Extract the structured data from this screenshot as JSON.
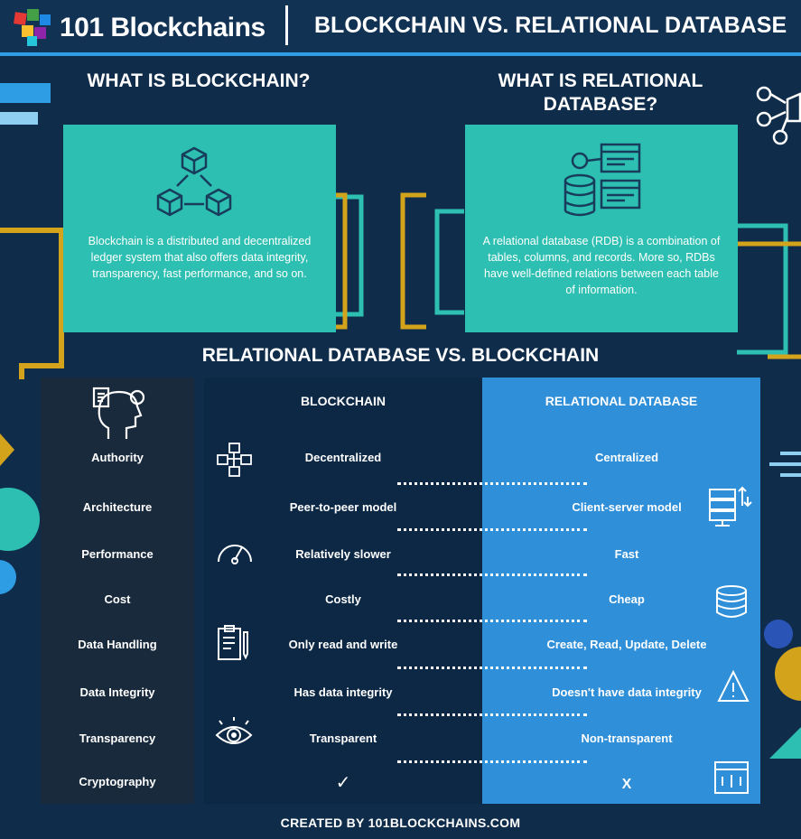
{
  "header": {
    "brand": "101 Blockchains",
    "title": "BLOCKCHAIN VS. RELATIONAL DATABASE"
  },
  "intro": {
    "blockchain_title": "WHAT IS BLOCKCHAIN?",
    "blockchain_text": "Blockchain is a distributed and decentralized ledger system that also offers data integrity, transparency, fast performance, and so on.",
    "rdb_title_line1": "WHAT IS RELATIONAL",
    "rdb_title_line2": "DATABASE?",
    "rdb_text": "A relational database (RDB) is a combination of tables, columns, and records. More so, RDBs have well-defined relations between each table of information."
  },
  "comparison": {
    "title": "RELATIONAL DATABASE VS. BLOCKCHAIN",
    "col_blockchain": "BLOCKCHAIN",
    "col_rdb": "RELATIONAL DATABASE",
    "rows": [
      {
        "label": "Authority",
        "blockchain": "Decentralized",
        "rdb": "Centralized"
      },
      {
        "label": "Architecture",
        "blockchain": "Peer-to-peer model",
        "rdb": "Client-server model"
      },
      {
        "label": "Performance",
        "blockchain": "Relatively slower",
        "rdb": "Fast"
      },
      {
        "label": "Cost",
        "blockchain": "Costly",
        "rdb": "Cheap"
      },
      {
        "label": "Data Handling",
        "blockchain": "Only read and write",
        "rdb": "Create, Read, Update, Delete"
      },
      {
        "label": "Data Integrity",
        "blockchain": "Has data integrity",
        "rdb": "Doesn't have data integrity"
      },
      {
        "label": "Transparency",
        "blockchain": "Transparent",
        "rdb": "Non-transparent"
      },
      {
        "label": "Cryptography",
        "blockchain": "✓",
        "rdb": "X"
      }
    ]
  },
  "footer": "CREATED BY 101BLOCKCHAINS.COM",
  "colors": {
    "background": "#0f2d4b",
    "accent_blue": "#2f9de3",
    "teal": "#2dbfb1",
    "gold": "#d4a31c"
  }
}
